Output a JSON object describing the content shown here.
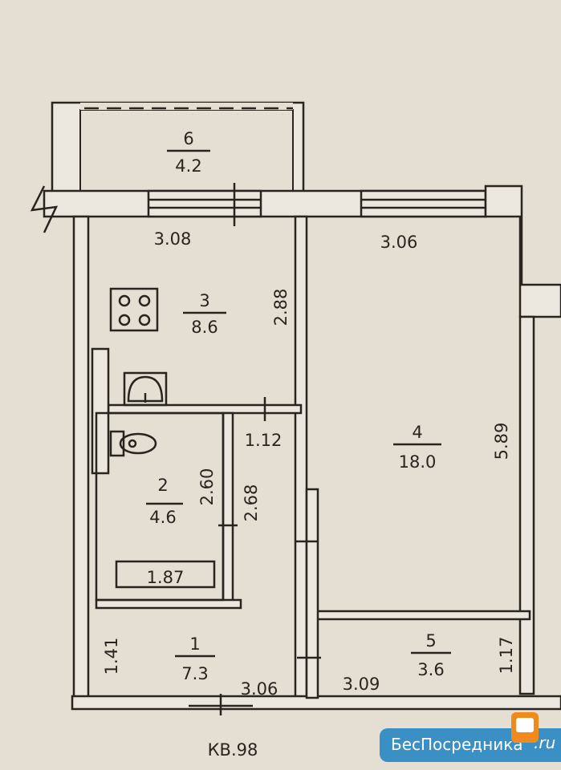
{
  "rooms": [
    {
      "number": "1",
      "area": "7.3"
    },
    {
      "number": "2",
      "area": "4.6"
    },
    {
      "number": "3",
      "area": "8.6"
    },
    {
      "number": "4",
      "area": "18.0"
    },
    {
      "number": "5",
      "area": "3.6"
    },
    {
      "number": "6",
      "area": "4.2"
    }
  ],
  "dimensions": {
    "kitchen_width": "3.08",
    "room4_width": "3.06",
    "kitchen_length": "2.88",
    "corridor_width": "1.12",
    "room4_length": "5.89",
    "bath_length": "2.60",
    "bath_length_outer": "2.68",
    "bathtub": "1.87",
    "hall_depth": "1.41",
    "hall_width": "3.06",
    "room5_width": "3.09",
    "room5_depth": "1.17"
  },
  "apartment_label": "КВ.98",
  "watermark": {
    "brand": "БесПосредника",
    "domain": ".ru"
  },
  "colors": {
    "paper": "#e4ded3",
    "ink": "#2a2420",
    "logo": "#3a8fc4"
  }
}
